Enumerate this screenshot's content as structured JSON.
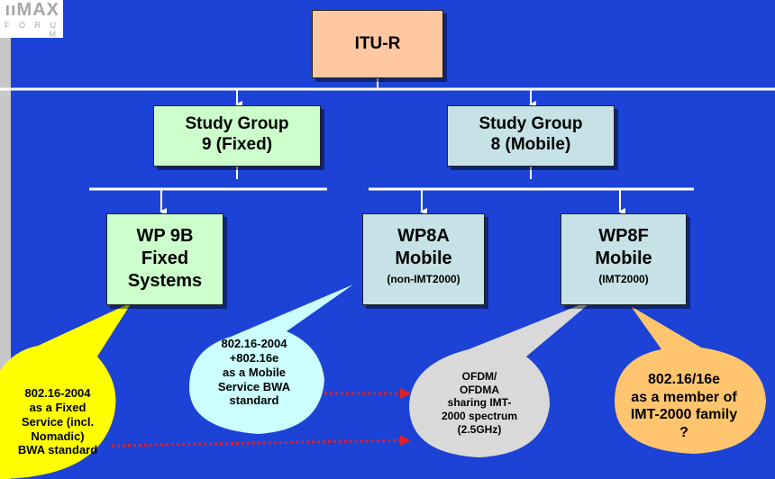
{
  "logo": {
    "main": "ııMAX",
    "sub": "F O R U M"
  },
  "colors": {
    "background": "#1c43d6",
    "itu_box": "#ffc8a0",
    "fixed_boxes": "#ccffcc",
    "mobile_boxes": "#c6e2e6",
    "callout_yellow": "#ffff00",
    "callout_cyan": "#ccffff",
    "callout_gray": "#d9d9d9",
    "callout_orange": "#ffc56e",
    "dotted_arrow": "#e02020"
  },
  "nodes": {
    "itu": {
      "title": "ITU-R"
    },
    "sg9": {
      "title": "Study Group\n9 (Fixed)"
    },
    "sg8": {
      "title": "Study Group\n8 (Mobile)"
    },
    "wp9b": {
      "title": "WP 9B\nFixed\nSystems"
    },
    "wp8a": {
      "title": "WP8A\nMobile",
      "subtitle": "(non-IMT2000)"
    },
    "wp8f": {
      "title": "WP8F\nMobile",
      "subtitle": "(IMT2000)"
    }
  },
  "callouts": {
    "yellow": "802.16-2004\nas a Fixed\nService (incl.\nNomadic)\nBWA standard",
    "cyan": "802.16-2004\n+802.16e\nas a Mobile\nService BWA\nstandard",
    "gray": "OFDM/\nOFDMA\nsharing IMT-\n2000 spectrum\n(2.5GHz)",
    "orange": "802.16/16e\nas a member of\nIMT-2000 family\n?"
  }
}
